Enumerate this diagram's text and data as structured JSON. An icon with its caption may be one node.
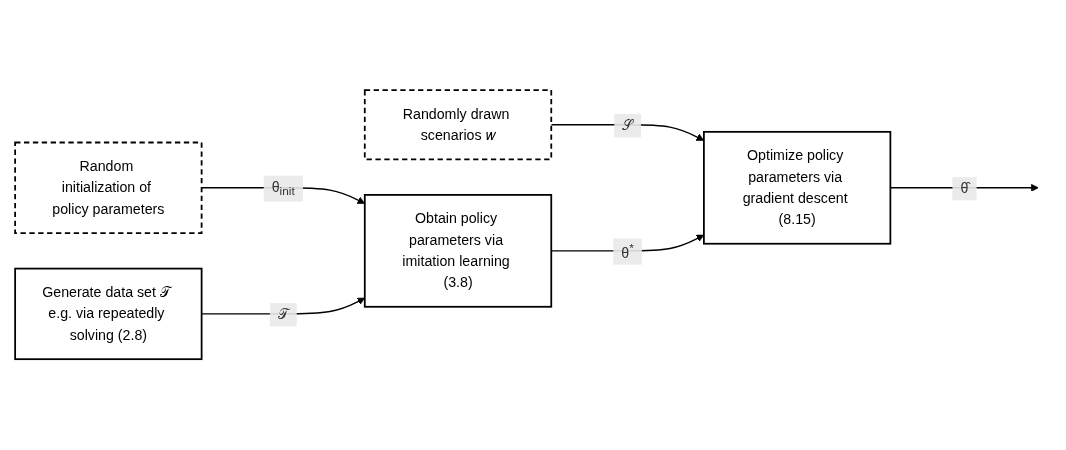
{
  "diagram": {
    "nodes": [
      {
        "text": [
          "Random initialization of policy parameters"
        ]
      },
      {
        "text": [
          "Randomly drawn scenarios 𝑤"
        ]
      },
      {
        "text": [
          "Generate data set 𝒯 e.g. via repeatedly solving (2.8)"
        ]
      },
      {
        "text": [
          "Obtain policy parameters via imitation learning (3.8)"
        ]
      },
      {
        "text": [
          "Optimize policy parameters via gradient descent (8.15)"
        ]
      }
    ],
    "edges": [
      {
        "from": 0,
        "to": 3,
        "arrow": "to",
        "label": "θ$_{init}$"
      },
      {
        "from": 1,
        "to": 4,
        "arrow": "to",
        "label": "𝒮"
      },
      {
        "from": 2,
        "to": 3,
        "arrow": "to",
        "label": "𝒯"
      },
      {
        "from": 3,
        "to": 4,
        "arrow": "to",
        "label": "θ$^{*}$"
      },
      {
        "from": 4,
        "to": null,
        "arrow": "to",
        "label": "θ̂"
      }
    ]
  }
}
